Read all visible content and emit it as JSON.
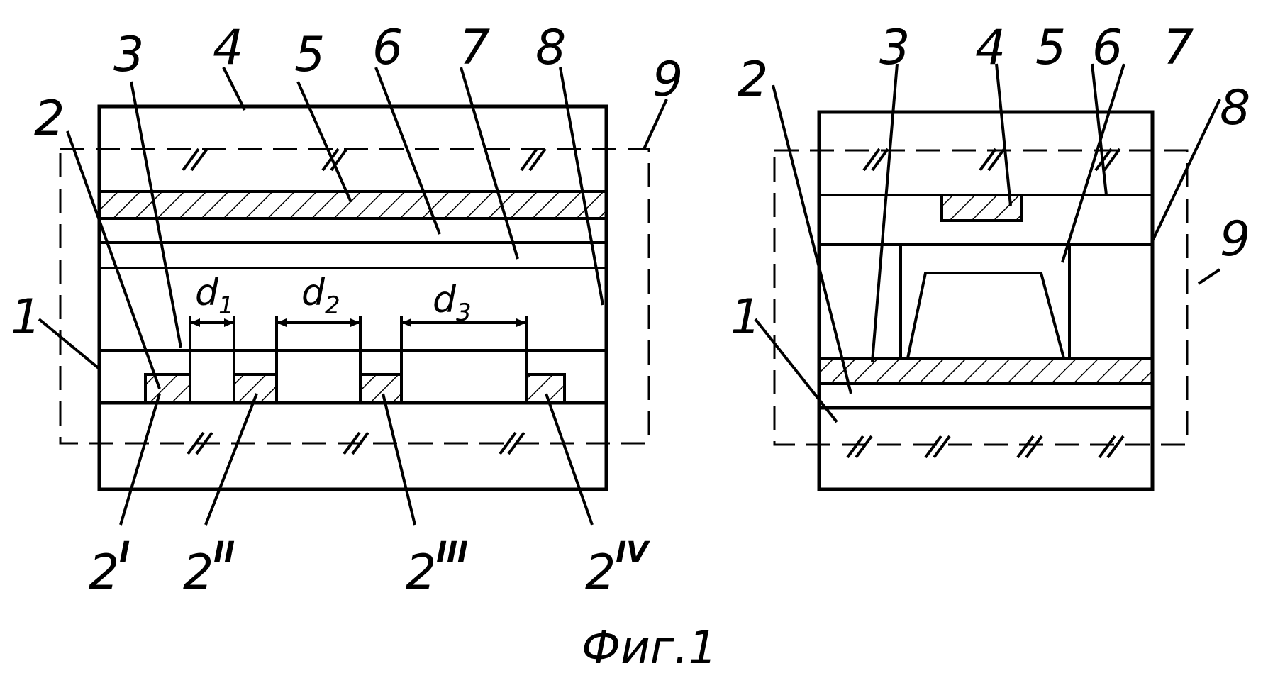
{
  "figure": {
    "caption": "Фиг.1",
    "left_view": {
      "layer_labels": [
        "1",
        "2",
        "3",
        "4",
        "5",
        "6",
        "7",
        "8",
        "9"
      ],
      "electrode_labels": [
        {
          "base": "2",
          "sup": "I"
        },
        {
          "base": "2",
          "sup": "II"
        },
        {
          "base": "2",
          "sup": "III"
        },
        {
          "base": "2",
          "sup": "IV"
        }
      ],
      "gap_labels": [
        {
          "base": "d",
          "sub": "1"
        },
        {
          "base": "d",
          "sub": "2"
        },
        {
          "base": "d",
          "sub": "3"
        }
      ]
    },
    "right_view": {
      "layer_labels": [
        "1",
        "2",
        "3",
        "4",
        "5",
        "6",
        "7",
        "8",
        "9"
      ]
    }
  },
  "colors": {
    "ink": "#000000",
    "paper": "#ffffff"
  }
}
